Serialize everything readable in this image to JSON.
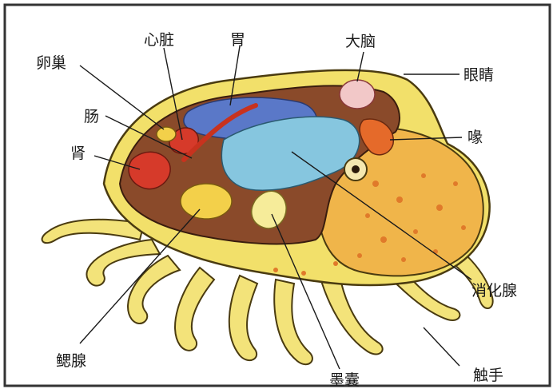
{
  "diagram": {
    "labels": {
      "heart": "心脏",
      "stomach": "胃",
      "brain": "大脑",
      "ovary": "卵巢",
      "eye": "眼睛",
      "intestine": "肠",
      "beak": "喙",
      "kidney": "肾",
      "digestive_gland": "消化腺",
      "gill_gland": "鳃腺",
      "ink_sac": "墨囊",
      "tentacle": "触手"
    }
  }
}
